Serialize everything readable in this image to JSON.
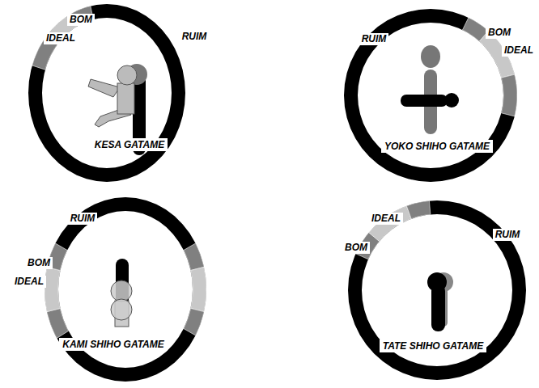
{
  "diagram": {
    "nodes": [
      {
        "text": [
          "KESA GATAME"
        ]
      },
      {
        "text": [
          "YOKO SHIHO GATAME"
        ]
      },
      {
        "text": [
          "KAMI SHIHO GATAME"
        ]
      },
      {
        "text": [
          "TATE SHIHO GATAME"
        ]
      }
    ],
    "labels": [
      "BOM",
      "IDEAL",
      "RUIM",
      "RUIM",
      "BOM",
      "IDEAL",
      "RUIM",
      "BOM",
      "IDEAL",
      "IDEAL",
      "BOM",
      "RUIM"
    ]
  }
}
